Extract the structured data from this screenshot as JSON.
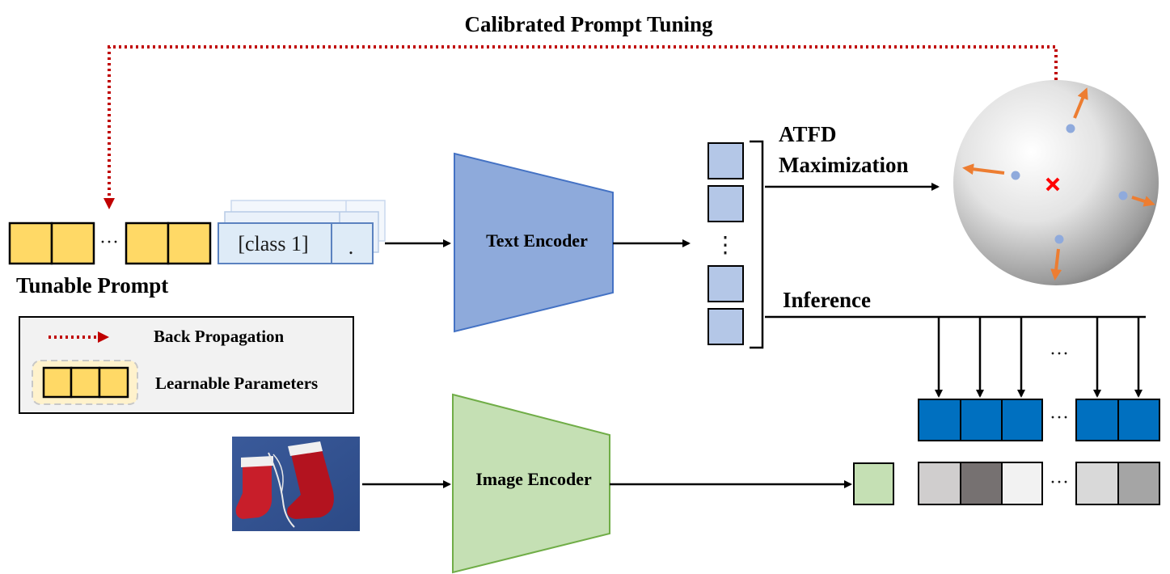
{
  "title": "Calibrated Prompt Tuning",
  "prompt": {
    "label": "Tunable Prompt",
    "ellipsis": "···",
    "class_token": "[class 1]",
    "period_token": "."
  },
  "text_encoder": {
    "label": "Text Encoder"
  },
  "image_encoder": {
    "label": "Image Encoder"
  },
  "atfd": {
    "line1": "ATFD",
    "line2": "Maximization"
  },
  "inference": {
    "label": "Inference"
  },
  "legend": {
    "back_propagation": "Back Propagation",
    "learnable_parameters": "Learnable Parameters"
  },
  "ellipsis_vertical": "⋮",
  "ellipsis_horizontal": "···",
  "colors": {
    "prompt_fill": "#ffd966",
    "text_encoder": "#8eaadb",
    "image_encoder": "#c5e0b4",
    "text_feature": "#b4c7e7",
    "image_feature": "#c5e0b4",
    "logit_blue": "#0070c0",
    "back_prop": "#c00000",
    "sphere_arrow": "#ed7d31",
    "sphere_dot": "#8faadc",
    "center_mark": "#ff0000"
  },
  "similarity_shades": [
    "#d0cece",
    "#767171",
    "#f2f2f2",
    "#d9d9d9",
    "#a5a5a5"
  ]
}
